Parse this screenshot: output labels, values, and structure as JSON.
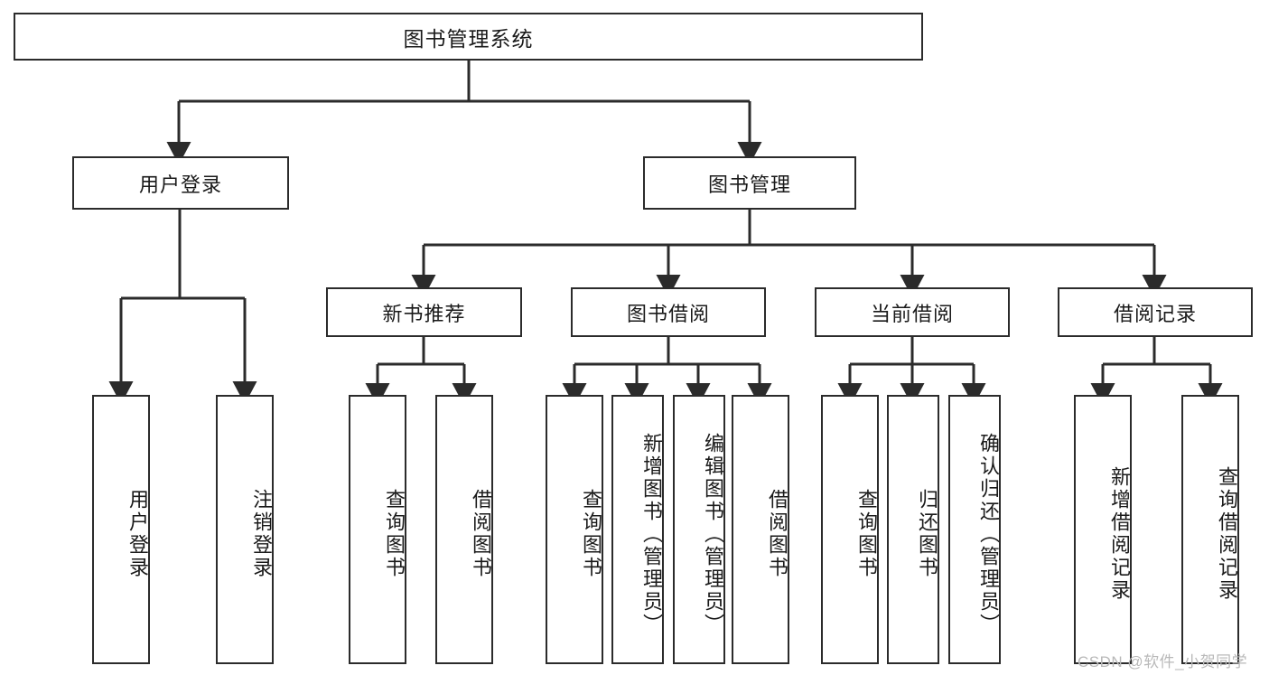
{
  "diagram": {
    "title": "图书管理系统",
    "type": "hierarchy-tree",
    "root": {
      "label": "图书管理系统"
    },
    "level1": [
      {
        "label": "用户登录"
      },
      {
        "label": "图书管理"
      }
    ],
    "level2": [
      {
        "label": "新书推荐"
      },
      {
        "label": "图书借阅"
      },
      {
        "label": "当前借阅"
      },
      {
        "label": "借阅记录"
      }
    ],
    "leaves": {
      "user_login": [
        {
          "label": "用户登录"
        },
        {
          "label": "注销登录"
        }
      ],
      "new_book": [
        {
          "label": "查询图书"
        },
        {
          "label": "借阅图书"
        }
      ],
      "book_borrow": [
        {
          "label": "查询图书"
        },
        {
          "label": "新增图书（管理员）"
        },
        {
          "label": "编辑图书（管理员）"
        },
        {
          "label": "借阅图书"
        }
      ],
      "current_borrow": [
        {
          "label": "查询图书"
        },
        {
          "label": "归还图书"
        },
        {
          "label": "确认归还（管理员）"
        }
      ],
      "borrow_record": [
        {
          "label": "新增借阅记录"
        },
        {
          "label": "查询借阅记录"
        }
      ]
    }
  },
  "watermark": {
    "text": "CSDN @软件_小贺同学"
  },
  "colors": {
    "border": "#2b2b2b",
    "background": "#ffffff",
    "text": "#1a1a1a",
    "watermark": "#b9b9b9"
  }
}
